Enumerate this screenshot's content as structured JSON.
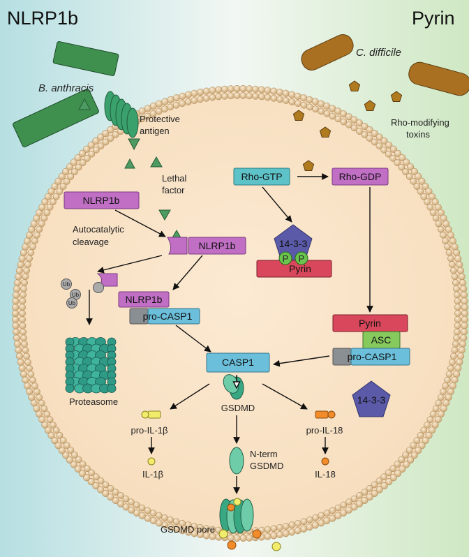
{
  "left_title": "NLRP1b",
  "right_title": "Pyrin",
  "labels": {
    "b_anthracis": "B. anthracis",
    "c_difficile": "C. difficile",
    "protective_antigen": [
      "Protective",
      "antigen"
    ],
    "lethal_factor": [
      "Lethal",
      "factor"
    ],
    "rho_toxins": [
      "Rho-modifying",
      "toxins"
    ],
    "autocatalytic": [
      "Autocatalytic",
      "cleavage"
    ],
    "proteasome": "Proteasome",
    "ub": "Ub",
    "gsdmd": "GSDMD",
    "nterm_gsdmd": [
      "N-term",
      "GSDMD"
    ],
    "gsdmd_pore": "GSDMD pore",
    "pro_il1b": "pro-IL-1β",
    "il1b": "IL-1β",
    "pro_il18": "pro-IL-18",
    "il18": "IL-18"
  },
  "boxes": {
    "nlrp1b_top": "NLRP1b",
    "nlrp1b_cleaved": "NLRP1b",
    "nlrp1b_complex": "NLRP1b",
    "pro_casp1_left": "pro-CASP1",
    "casp1": "CASP1",
    "rho_gtp": "Rho-GTP",
    "rho_gdp": "Rho-GDP",
    "pyrin_inactive": "Pyrin",
    "p1": "P",
    "p2": "P",
    "pentagon_1433_top": "14-3-3",
    "pentagon_1433_bottom": "14-3-3",
    "pyrin_active": "Pyrin",
    "asc": "ASC",
    "pro_casp1_right": "pro-CASP1"
  },
  "colors": {
    "bg_left": "#b9e0e3",
    "bg_right": "#d3eac8",
    "cell": "#fbe6cc",
    "membrane": "#e2c195",
    "purple": "#c06fc4",
    "blue": "#6bbfdb",
    "red": "#d8475b",
    "green": "#86c95d",
    "navy": "#5a5aa8",
    "teal": "#3aa783",
    "bacteria_green": "#3f8f4f",
    "bacteria_brown": "#a87020"
  }
}
